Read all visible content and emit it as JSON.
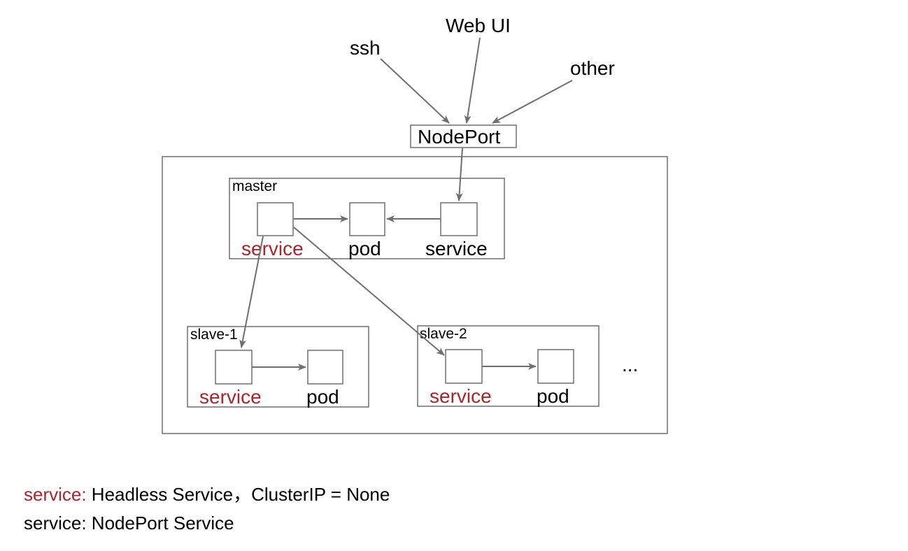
{
  "colors": {
    "headless_service": "#a8262e",
    "stroke": "#6f6f6f",
    "text": "#000000"
  },
  "external": {
    "ssh": "ssh",
    "webui": "Web UI",
    "other": "other"
  },
  "nodeport": {
    "label": "NodePort"
  },
  "master": {
    "title": "master",
    "headless_label": "service",
    "pod_label": "pod",
    "service_label": "service"
  },
  "slave1": {
    "title": "slave-1",
    "headless_label": "service",
    "pod_label": "pod"
  },
  "slave2": {
    "title": "slave-2",
    "headless_label": "service",
    "pod_label": "pod"
  },
  "more": "...",
  "legend": {
    "line1_term": "service:",
    "line1_desc": " Headless Service，ClusterIP = None",
    "line2": "service: NodePort Service"
  }
}
